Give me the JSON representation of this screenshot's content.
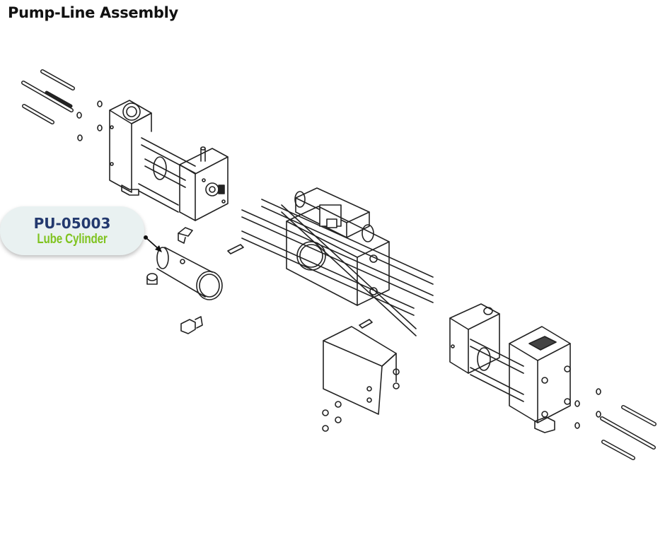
{
  "title": "Pump-Line Assembly",
  "callout": {
    "part_number": "PU-05003",
    "part_name": "Lube Cylinder"
  },
  "colors": {
    "part_number": "#23396e",
    "part_name": "#7fc31f",
    "callout_bg": "#e9f1f1",
    "line_art": "#222222"
  }
}
